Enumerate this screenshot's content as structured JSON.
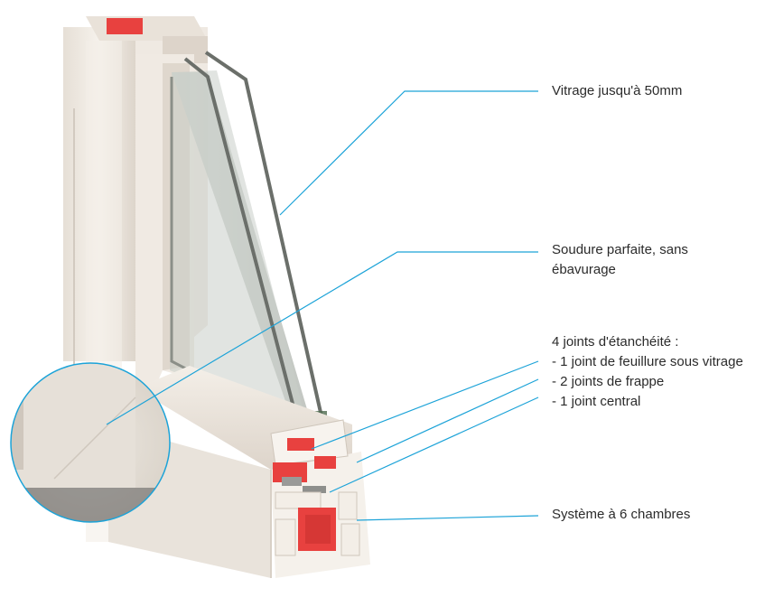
{
  "callouts": {
    "glazing": {
      "text": "Vitrage jusqu'à 50mm"
    },
    "weld": {
      "line1": "Soudure parfaite, sans",
      "line2": "ébavurage"
    },
    "seals": {
      "heading": "4 joints d'étanchéité :",
      "items": [
        "-  1 joint de feuillure sous vitrage",
        "-  2 joints de frappe",
        "-  1 joint central"
      ]
    },
    "chambers": {
      "text": "Système à 6 chambres"
    }
  },
  "colors": {
    "leader_line": "#1ca3d8",
    "pvc_white": "#efe9e2",
    "pvc_shadow": "#d9d2c9",
    "seal_red": "#e8413f",
    "glass": "#6b6f6a",
    "text": "#2b2b2b"
  }
}
